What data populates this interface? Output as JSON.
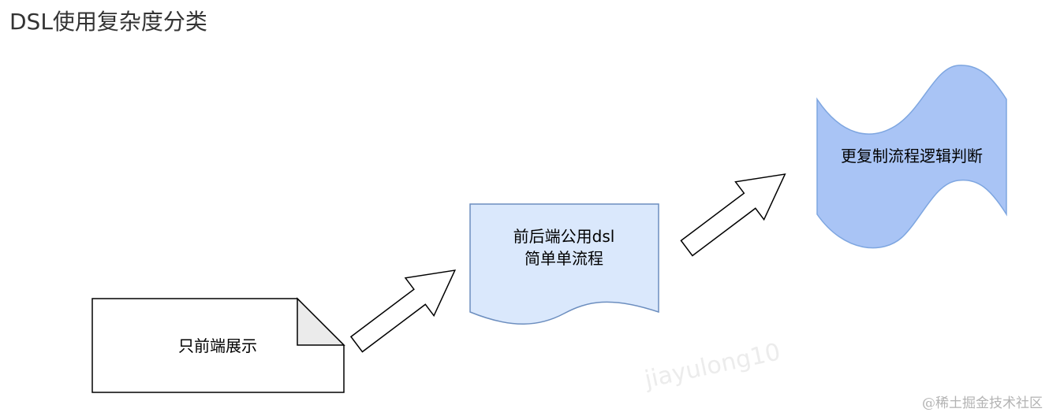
{
  "title": "DSL使用复杂度分类",
  "nodes": {
    "stage1": {
      "label": "只前端展示",
      "fill": "#ffffff",
      "stroke": "#000000"
    },
    "stage2": {
      "line1": "前后端公用dsl",
      "line2": "简单单流程",
      "fill": "#dae8fc",
      "stroke": "#6c8ebf"
    },
    "stage3": {
      "label": "更复制流程逻辑判断",
      "fill": "#a9c4f5",
      "stroke": "#7ea6e0"
    }
  },
  "connectors": {
    "arrow_1_to_2": {
      "fill": "#ffffff",
      "stroke": "#000000"
    },
    "arrow_2_to_3": {
      "fill": "#ffffff",
      "stroke": "#000000"
    }
  },
  "watermarks": [
    "jiayulong10",
    "jiayulong10"
  ],
  "credit": "@稀土掘金技术社区"
}
